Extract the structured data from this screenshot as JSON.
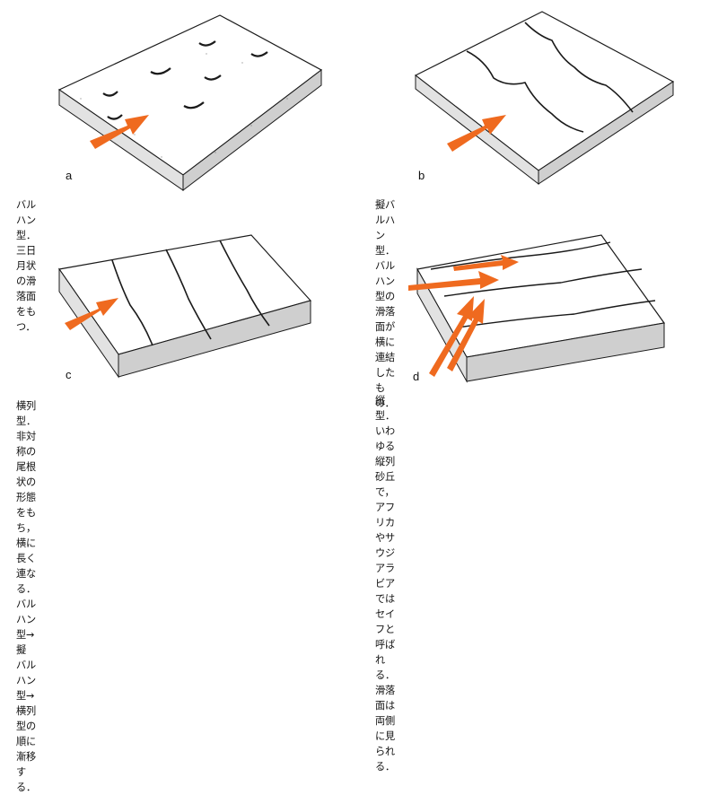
{
  "panels": {
    "a": {
      "letter": "a",
      "caption": "バルハン型．三日月状の滑落面をもつ．"
    },
    "b": {
      "letter": "b",
      "caption": "擬バルハン型．バルハン型の滑落面が横に連結したもの．"
    },
    "c": {
      "letter": "c",
      "caption": "横列型．非対称の尾根状の形態をもち，横に長く連なる．バルハン型→擬\nバルハン型→横列型の順に漸移する．"
    },
    "d": {
      "letter": "d",
      "caption": "縦型．いわゆる縦列砂丘で，アフリカやサウジアラビアではセイフと呼ば\nれる．滑落面は両側に見られる．"
    }
  },
  "colors": {
    "arrow": "#ef6a1f",
    "ink": "#1a1a1a",
    "block_side": "#d9d9d9",
    "surface": "#ffffff"
  }
}
